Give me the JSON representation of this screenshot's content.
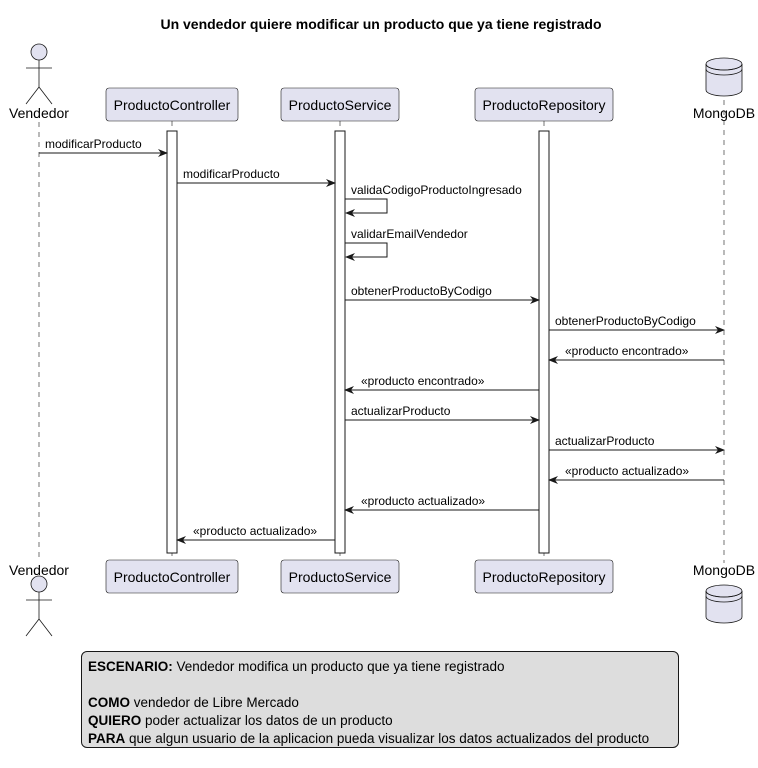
{
  "title": "Un vendedor quiere modificar un producto que ya tiene registrado",
  "participants": [
    {
      "id": "vendedor",
      "label": "Vendedor",
      "kind": "actor"
    },
    {
      "id": "controller",
      "label": "ProductoController",
      "kind": "participant"
    },
    {
      "id": "service",
      "label": "ProductoService",
      "kind": "participant"
    },
    {
      "id": "repository",
      "label": "ProductoRepository",
      "kind": "participant"
    },
    {
      "id": "mongodb",
      "label": "MongoDB",
      "kind": "database"
    }
  ],
  "messages": [
    {
      "from": "vendedor",
      "to": "controller",
      "label": "modificarProducto",
      "kind": "sync"
    },
    {
      "from": "controller",
      "to": "service",
      "label": "modificarProducto",
      "kind": "sync"
    },
    {
      "from": "service",
      "to": "service",
      "label": "validaCodigoProductoIngresado",
      "kind": "self"
    },
    {
      "from": "service",
      "to": "service",
      "label": "validarEmailVendedor",
      "kind": "self"
    },
    {
      "from": "service",
      "to": "repository",
      "label": "obtenerProductoByCodigo",
      "kind": "sync"
    },
    {
      "from": "repository",
      "to": "mongodb",
      "label": "obtenerProductoByCodigo",
      "kind": "sync"
    },
    {
      "from": "mongodb",
      "to": "repository",
      "label": "«producto encontrado»",
      "kind": "return"
    },
    {
      "from": "repository",
      "to": "service",
      "label": "«producto encontrado»",
      "kind": "return"
    },
    {
      "from": "service",
      "to": "repository",
      "label": "actualizarProducto",
      "kind": "sync"
    },
    {
      "from": "repository",
      "to": "mongodb",
      "label": "actualizarProducto",
      "kind": "sync"
    },
    {
      "from": "mongodb",
      "to": "repository",
      "label": "«producto actualizado»",
      "kind": "return"
    },
    {
      "from": "repository",
      "to": "service",
      "label": "«producto actualizado»",
      "kind": "return"
    },
    {
      "from": "service",
      "to": "controller",
      "label": "«producto actualizado»",
      "kind": "return"
    }
  ],
  "note": {
    "escenario_key": "ESCENARIO:",
    "escenario_text": " Vendedor modifica un producto que ya tiene registrado",
    "como_key": "COMO",
    "como_text": " vendedor de Libre Mercado",
    "quiero_key": "QUIERO",
    "quiero_text": " poder actualizar los datos de un producto",
    "para_key": "PARA",
    "para_text": " que algun usuario de la aplicacion pueda visualizar los datos actualizados del producto"
  },
  "colors": {
    "participant_fill": "#E2E2F0",
    "line": "#181818",
    "note_fill": "#DDDDDD"
  }
}
